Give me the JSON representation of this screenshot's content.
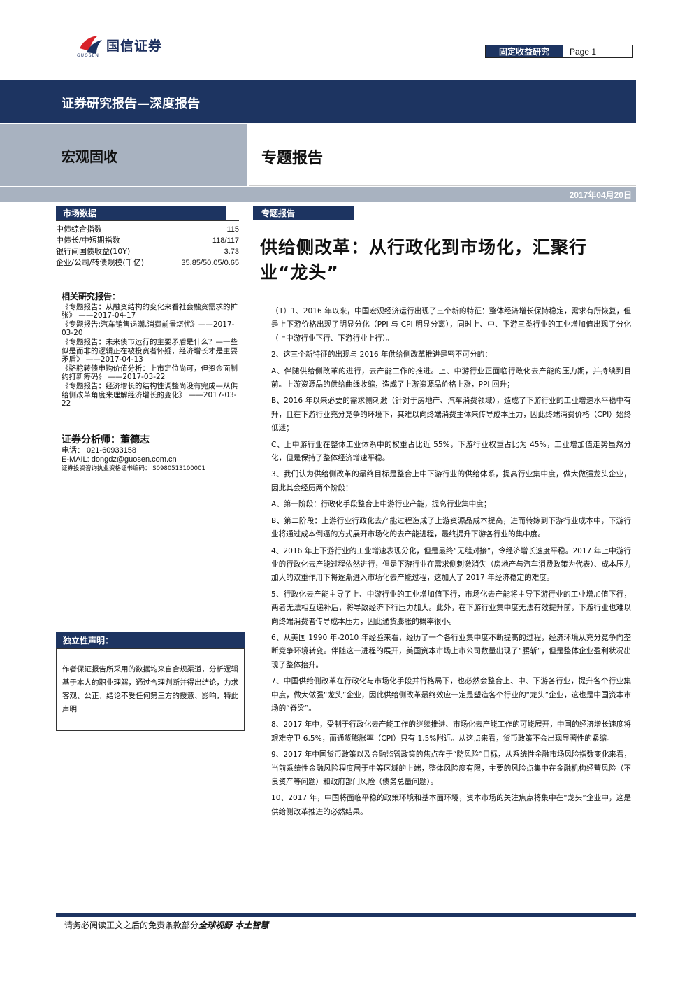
{
  "header": {
    "brand": "国信证券",
    "brand_sub": "GUOSEN",
    "dept": "固定收益研究",
    "page": "Page 1"
  },
  "banner": {
    "title": "证券研究报告—深度报告"
  },
  "category": "宏观固收",
  "report_type": "专题报告",
  "date": "2017年04月20日",
  "market": {
    "heading": "市场数据",
    "rows": [
      {
        "label": "中债综合指数",
        "value": "115"
      },
      {
        "label": "中债长/中短期指数",
        "value": "118/117"
      },
      {
        "label": "银行间国债收益(10Y)",
        "value": "3.73"
      },
      {
        "label": "企业/公司/转债规模(千亿)",
        "value": "35.85/50.05/0.65"
      }
    ]
  },
  "related": {
    "heading": "相关研究报告：",
    "items": [
      "《专题报告：从融资结构的变化来看社会融资需求的扩张》 ——2017-04-17",
      "《专题报告:汽车销售退潮,消费前景堪忧》——2017-03-20",
      "《专题报告：未来债市运行的主要矛盾是什么？—一些似是而非的逻辑正在被投资者怀疑，经济增长才是主要矛盾》 ——2017-04-13",
      "《骆驼转债申购价值分析：上市定位尚可，但资金面制约打新筹码》 ——2017-03-22",
      "《专题报告：经济增长的结构性调整尚没有完成—从供给侧改革角度来理解经济增长的变化》 ——2017-03-22"
    ]
  },
  "analyst": {
    "name": "证券分析师：董德志",
    "phone": "电话：   021-60933158",
    "email": "E-MAIL:    dongdz@guosen.com.cn",
    "cert": "证券投资咨询执业资格证书编码：  S0980513100001"
  },
  "independence": {
    "heading": "独立性声明：",
    "text": "作者保证报告所采用的数据均来自合规渠道，分析逻辑基于本人的职业理解，通过合理判断并得出结论，力求客观、公正，结论不受任何第三方的授意、影响，特此声明"
  },
  "article": {
    "tag": "专题报告",
    "title": "供给侧改革：从行政化到市场化，汇聚行业“龙头”",
    "paragraphs": [
      "（1）1、2016 年以来，中国宏观经济运行出现了三个新的特征：整体经济增长保持稳定，需求有所恢复，但是上下游价格出现了明显分化（PPI 与 CPI 明显分离），同时上、中、下游三类行业的工业增加值出现了分化（上中游行业下行、下游行业上行）。",
      "2、这三个新特征的出现与 2016 年供给侧改革推进是密不可分的：",
      "A、伴随供给侧改革的进行，去产能工作的推进。上、中游行业正面临行政化去产能的压力期，并持续到目前。上游资源品的供给曲线收缩，造成了上游资源品价格上涨，PPI 回升；",
      "B、2016 年以来必要的需求侧刺激（针对于房地产、汽车消费领域），造成了下游行业的工业增速水平稳中有升，且在下游行业充分竞争的环境下，其难以向终端消费主体来传导成本压力，因此终端消费价格（CPI）始终低迷；",
      "C、上中游行业在整体工业体系中的权重占比近 55%，下游行业权重占比为 45%，工业增加值走势虽然分化，但是保持了整体经济增速平稳。",
      "3、我们认为供给侧改革的最终目标是整合上中下游行业的供给体系，提高行业集中度，做大做强龙头企业，因此其会经历两个阶段：",
      "A、第一阶段：行政化手段整合上中游行业产能，提高行业集中度；",
      "B、第二阶段：上游行业行政化去产能过程造成了上游资源品成本提高，进而转嫁到下游行业成本中，下游行业将通过成本倒逼的方式展开市场化的去产能进程，最终提升下游各行业的集中度。",
      "4、2016 年上下游行业的工业增速表现分化，但是最终“无缝对接”，令经济增长速度平稳。2017 年上中游行业的行政化去产能过程依然进行，但是下游行业在需求侧刺激消失（房地产与汽车消费政策为代表）、成本压力加大的双重作用下将逐渐进入市场化去产能过程，这加大了 2017 年经济稳定的难度。",
      "5、行政化去产能主导了上、中游行业的工业增加值下行，市场化去产能将主导下游行业的工业增加值下行，两者无法相互递补后，将导致经济下行压力加大。此外，在下游行业集中度无法有效提升前，下游行业也难以向终端消费者传导成本压力，因此通货膨胀的概率很小。",
      "6、从美国 1990 年-2010 年经验来看，经历了一个各行业集中度不断提高的过程，经济环境从充分竞争向垄断竞争环境转变。伴随这一进程的展开，美国资本市场上市公司数量出现了“腰斩”，但是整体企业盈利状况出现了整体抬升。",
      "7、中国供给侧改革在行政化与市场化手段并行格局下，也必然会整合上、中、下游各行业，提升各个行业集中度，做大做强“龙头”企业，因此供给侧改革最终效应一定是塑造各个行业的“龙头”企业，这也是中国资本市场的“脊梁”。",
      "8、2017 年中，受制于行政化去产能工作的继续推进、市场化去产能工作的可能展开，中国的经济增长速度将艰难守卫 6.5%，而通货膨胀率（CPI）只有 1.5%附近。从这点来看，货币政策不会出现显著性的紧缩。",
      "9、2017 年中国货币政策以及金融监管政策的焦点在于“防风险”目标，从系统性金融市场风险指数变化来看，当前系统性金融风险程度居于中等区域的上端，整体风险度有限，主要的风险点集中在金融机构经营风险（不良资产等问题）和政府部门风险（债务总量问题）。",
      "10、2017 年，中国将面临平稳的政策环境和基本面环境，资本市场的关注焦点将集中在“龙头”企业中，这是供给侧改革推进的必然结果。"
    ]
  },
  "footer": {
    "text": "请务必阅读正文之后的免责条款部分",
    "slogan": "全球视野  本土智慧"
  }
}
